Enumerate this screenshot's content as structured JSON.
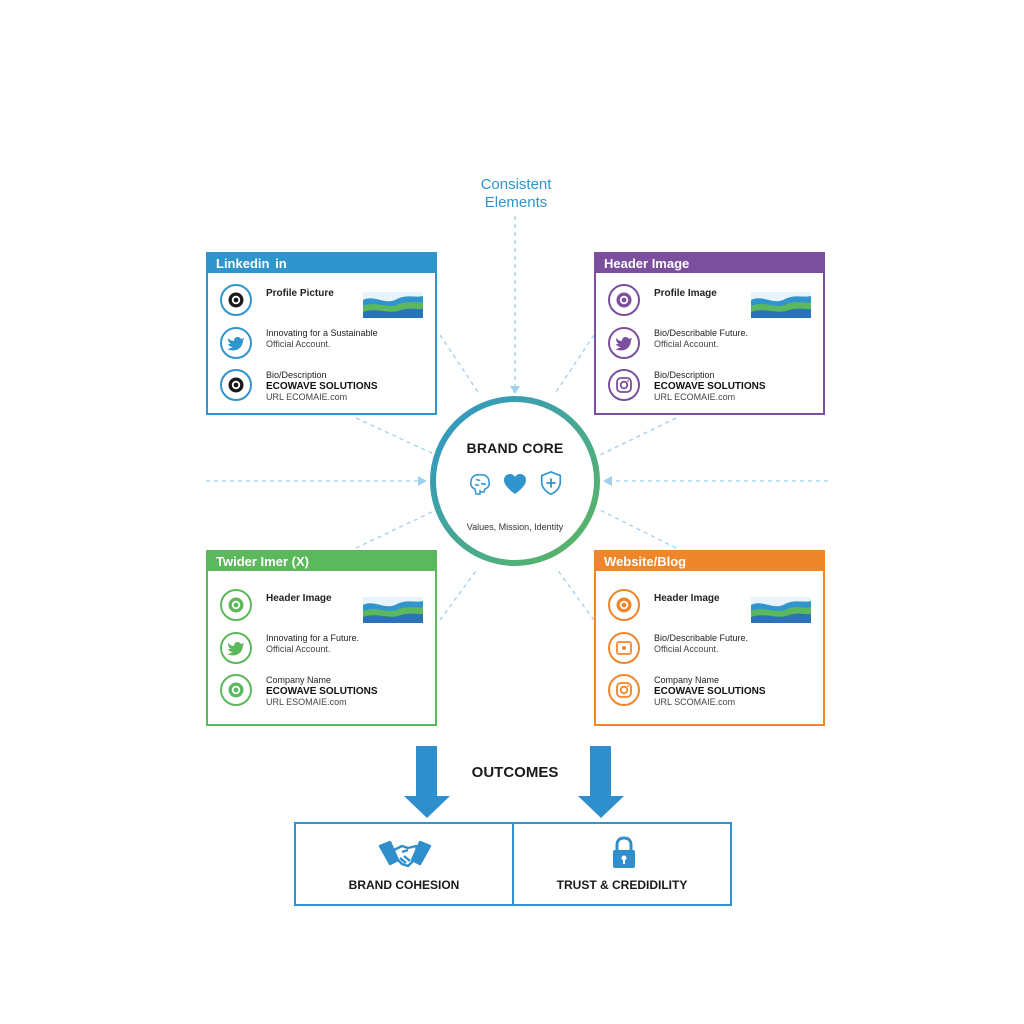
{
  "top_label": {
    "line1": "Consistent",
    "line2": "Elements"
  },
  "core": {
    "title": "BRAND CORE",
    "subtitle": "Values, Mission, Identity",
    "icons": [
      "brain-icon",
      "heart-icon",
      "shield-plus-icon"
    ],
    "ring_colors": [
      "#2f95cc",
      "#5cb85c"
    ]
  },
  "cards": [
    {
      "id": "linkedin",
      "header": "Linkedin",
      "header_logo": "in",
      "color": "#2f95cc",
      "rows": [
        {
          "icon": "lion-logo-icon",
          "line1": "Profile Picture",
          "line2": "",
          "line3": ""
        },
        {
          "icon": "bird-icon",
          "line1": "Innovating for a Sustainable",
          "line2": "Official Account.",
          "line3": ""
        },
        {
          "icon": "lion-logo-icon",
          "line1": "Bio/Description",
          "line2": "ECOWAVE SOLUTIONS",
          "line3": "URL ECOMAIE.com"
        }
      ]
    },
    {
      "id": "header-image",
      "header": "Header Image",
      "header_logo": "",
      "color": "#7b4f9d",
      "rows": [
        {
          "icon": "lion-logo-icon",
          "line1": "Profile Image",
          "line2": "",
          "line3": ""
        },
        {
          "icon": "bird-icon",
          "line1": "Bio/Describable Future.",
          "line2": "Official Account.",
          "line3": ""
        },
        {
          "icon": "camera-icon",
          "line1": "Bio/Description",
          "line2": "ECOWAVE SOLUTIONS",
          "line3": "URL ECOMAIE.com"
        }
      ]
    },
    {
      "id": "twitter",
      "header": "Twider Imer (X)",
      "header_logo": "",
      "color": "#5cb85c",
      "rows": [
        {
          "icon": "lion-logo-icon",
          "line1": "Header Image",
          "line2": "",
          "line3": ""
        },
        {
          "icon": "bird-icon",
          "line1": "Innovating for a Future.",
          "line2": "Official Account.",
          "line3": ""
        },
        {
          "icon": "lion-logo-icon",
          "line1": "Company Name",
          "line2": "ECOWAVE SOLUTIONS",
          "line3": "URL ESOMAIE.com"
        }
      ]
    },
    {
      "id": "website-blog",
      "header": "Website/Blog",
      "header_logo": "",
      "color": "#f0862a",
      "rows": [
        {
          "icon": "lion-logo-icon",
          "line1": "Header Image",
          "line2": "",
          "line3": ""
        },
        {
          "icon": "screen-icon",
          "line1": "Bio/Describable Future.",
          "line2": "Official Account.",
          "line3": ""
        },
        {
          "icon": "camera-icon",
          "line1": "Company Name",
          "line2": "ECOWAVE SOLUTIONS",
          "line3": "URL SCOMAIE.com"
        }
      ]
    }
  ],
  "outcomes": {
    "title": "OUTCOMES",
    "items": [
      {
        "label": "BRAND COHESION",
        "icon": "handshake-icon"
      },
      {
        "label": "TRUST & CREDIDILITY",
        "icon": "lock-icon"
      }
    ],
    "color": "#2f95cc"
  }
}
